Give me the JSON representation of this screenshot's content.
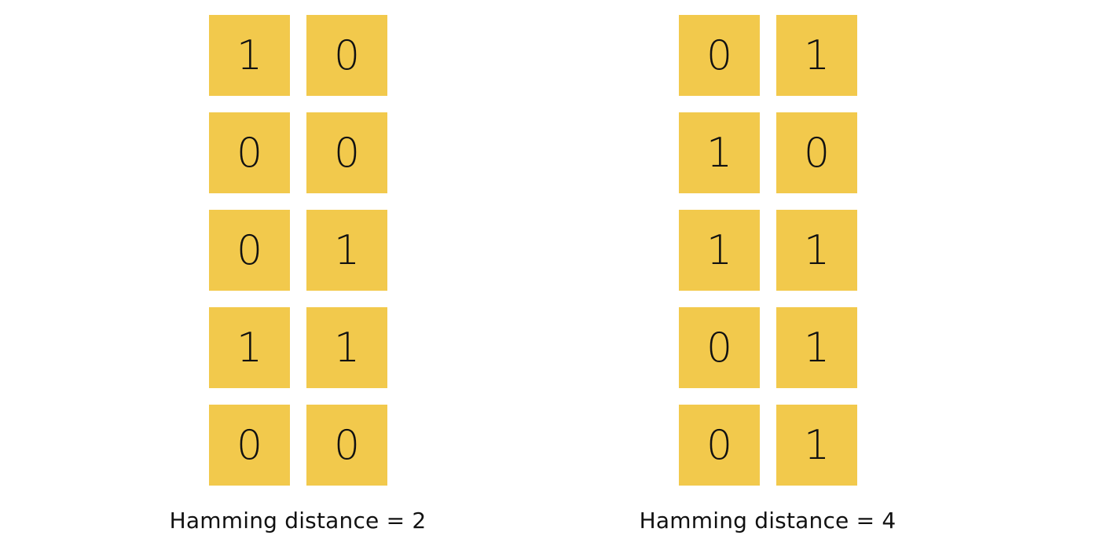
{
  "colors": {
    "cell_background": "#f2c94c",
    "text": "#111111",
    "page_background": "#ffffff"
  },
  "left": {
    "rows": [
      [
        "1",
        "0"
      ],
      [
        "0",
        "0"
      ],
      [
        "0",
        "1"
      ],
      [
        "1",
        "1"
      ],
      [
        "0",
        "0"
      ]
    ],
    "label": "Hamming distance = 2"
  },
  "right": {
    "rows": [
      [
        "0",
        "1"
      ],
      [
        "1",
        "0"
      ],
      [
        "1",
        "1"
      ],
      [
        "0",
        "1"
      ],
      [
        "0",
        "1"
      ]
    ],
    "label": "Hamming distance = 4"
  }
}
